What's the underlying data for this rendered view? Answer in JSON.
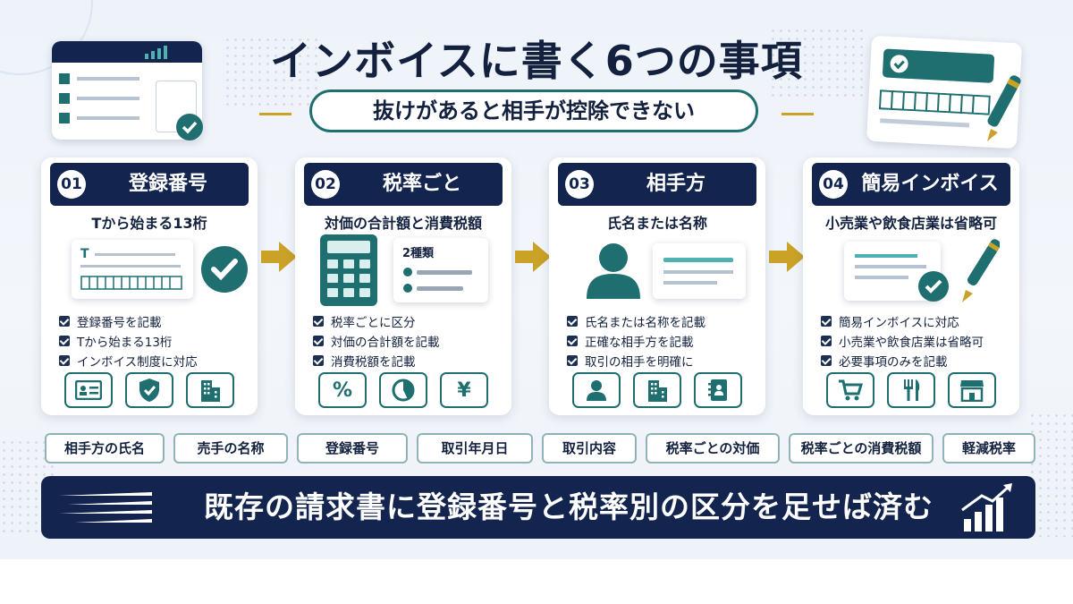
{
  "header": {
    "title": "インボイスに書く6つの事項",
    "subtitle": "抜けがあると相手が控除できない"
  },
  "steps": [
    {
      "number": "01",
      "title": "登録番号",
      "description": "Tから始まる13桁",
      "illustration_label": "T",
      "checks": [
        "登録番号を記載",
        "Tから始まる13桁",
        "インボイス制度に対応"
      ],
      "icons": [
        "id-card-icon",
        "shield-check-icon",
        "building-icon"
      ]
    },
    {
      "number": "02",
      "title": "税率ごと",
      "description": "対価の合計額と消費税額",
      "illustration_label": "2種類",
      "checks": [
        "税率ごとに区分",
        "対価の合計額を記載",
        "消費税額を記載"
      ],
      "icons": [
        "percent-icon",
        "pie-chart-icon",
        "yen-icon"
      ],
      "icon_glyphs": [
        "%",
        "",
        "¥"
      ]
    },
    {
      "number": "03",
      "title": "相手方",
      "description": "氏名または名称",
      "checks": [
        "氏名または名称を記載",
        "正確な相手方を記載",
        "取引の相手を明確に"
      ],
      "icons": [
        "person-icon",
        "building-icon",
        "contact-book-icon"
      ]
    },
    {
      "number": "04",
      "title": "簡易インボイス",
      "description": "小売業や飲食店業は省略可",
      "checks": [
        "簡易インボイスに対応",
        "小売業や飲食店業は省略可",
        "必要事項のみを記載"
      ],
      "icons": [
        "cart-icon",
        "utensils-icon",
        "store-icon"
      ]
    }
  ],
  "tags": [
    "相手方の氏名",
    "売手の名称",
    "登録番号",
    "取引年月日",
    "取引内容",
    "税率ごとの対価",
    "税率ごとの消費税額",
    "軽減税率"
  ],
  "banner": {
    "text": "既存の請求書に登録番号と税率別の区分を足せば済む"
  },
  "colors": {
    "navy": "#13254e",
    "teal": "#1f6f70",
    "gold": "#c9a227",
    "background": "#eef3fa"
  }
}
